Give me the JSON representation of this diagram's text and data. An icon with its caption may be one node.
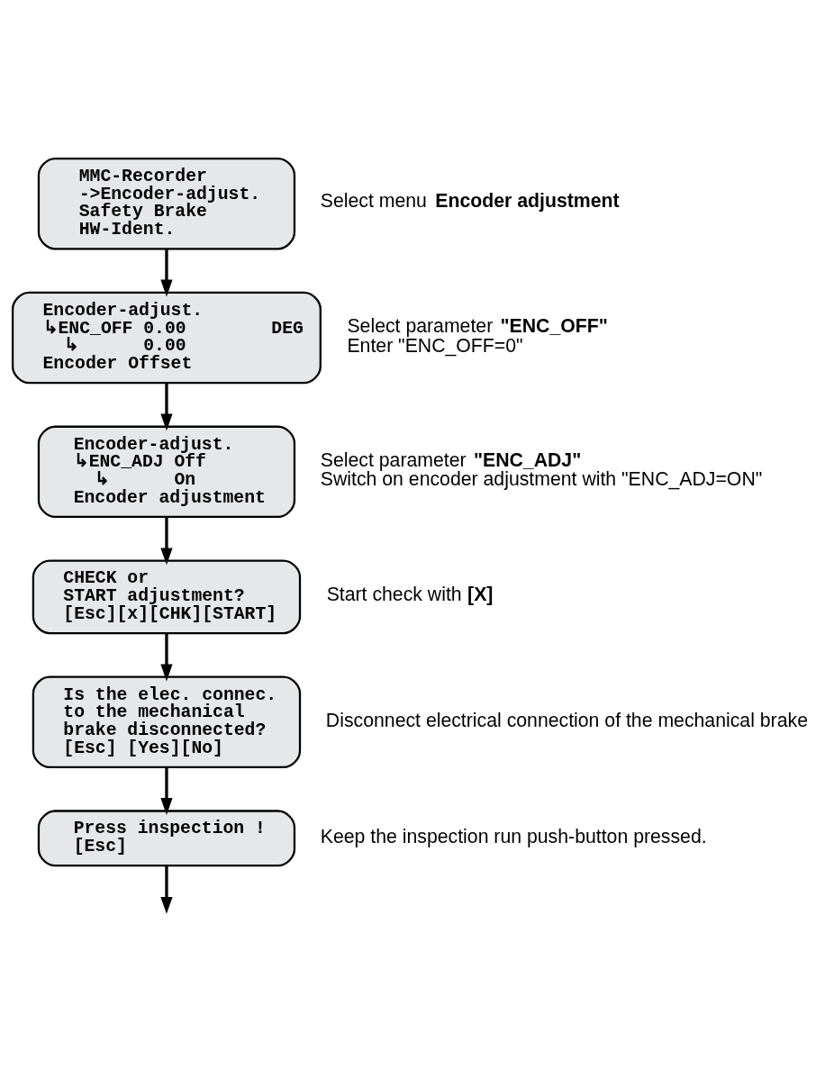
{
  "diagram": {
    "nodes": [
      {
        "text": [
          "MMC-Recorder",
          "->Encoder-adjust.",
          "Safety Brake",
          "HW-Ident."
        ],
        "beside": [
          "Select menu **Encoder adjustment**"
        ]
      },
      {
        "text": [
          "Encoder-adjust.",
          "↳ENC_OFF 0.00        DEG",
          "  ↳      0.00",
          "Encoder Offset"
        ],
        "beside": [
          "Select parameter **\"ENC_OFF\"**",
          "Enter \"ENC_OFF=0\""
        ]
      },
      {
        "text": [
          "Encoder-adjust.",
          "↳ENC_ADJ Off",
          "  ↳      On",
          "Encoder adjustment"
        ],
        "beside": [
          "Select parameter **\"ENC_ADJ\"**",
          "Switch on encoder adjustment with \"ENC_ADJ=ON\""
        ]
      },
      {
        "text": [
          "CHECK or",
          "START adjustment?",
          "[Esc][x][CHK][START]"
        ],
        "beside": [
          "Start check with **[X]**"
        ]
      },
      {
        "text": [
          "Is the elec. connec.",
          "to the mechanical",
          "brake disconnected?",
          "[Esc] [Yes][No]"
        ],
        "beside": [
          "Disconnect electrical connection of the mechanical brake"
        ]
      },
      {
        "text": [
          "Press inspection !",
          "[Esc]"
        ],
        "beside": [
          "Keep the inspection run push-button pressed."
        ]
      }
    ],
    "edges": [
      {
        "from": 0,
        "to": 1,
        "arrow": "to"
      },
      {
        "from": 1,
        "to": 2,
        "arrow": "to"
      },
      {
        "from": 2,
        "to": 3,
        "arrow": "to"
      },
      {
        "from": 3,
        "to": 4,
        "arrow": "to"
      },
      {
        "from": 4,
        "to": 5,
        "arrow": "to"
      },
      {
        "from": 5,
        "to": null,
        "arrow": "to"
      }
    ]
  }
}
